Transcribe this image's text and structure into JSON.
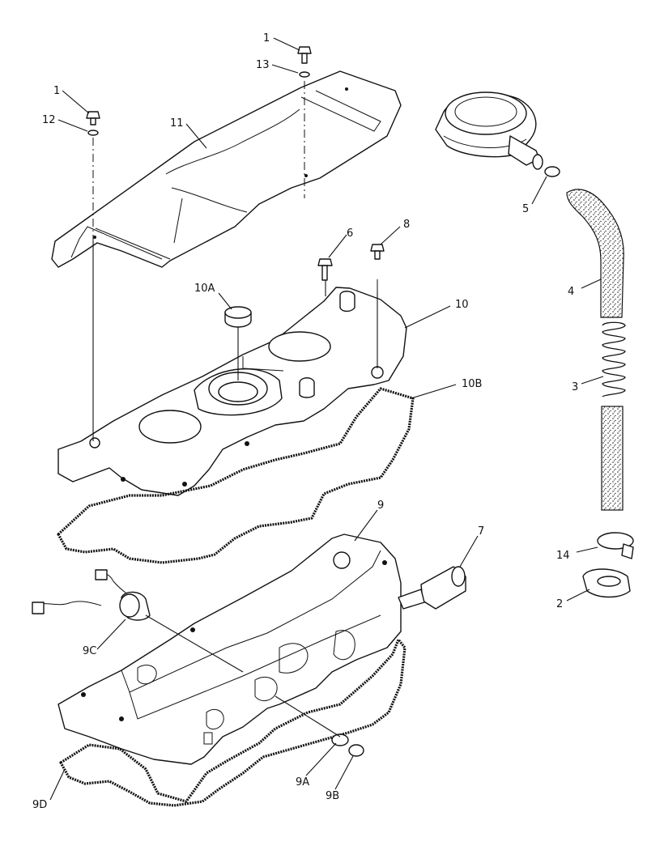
{
  "callouts": [
    {
      "id": "c1a",
      "text": "1"
    },
    {
      "id": "c13",
      "text": "13"
    },
    {
      "id": "c1b",
      "text": "1"
    },
    {
      "id": "c12",
      "text": "12"
    },
    {
      "id": "c11",
      "text": "11"
    },
    {
      "id": "c5",
      "text": "5"
    },
    {
      "id": "c4",
      "text": "4"
    },
    {
      "id": "c6",
      "text": "6"
    },
    {
      "id": "c8",
      "text": "8"
    },
    {
      "id": "c10A",
      "text": "10A"
    },
    {
      "id": "c10",
      "text": "10"
    },
    {
      "id": "c10B",
      "text": "10B"
    },
    {
      "id": "c3",
      "text": "3"
    },
    {
      "id": "c9",
      "text": "9"
    },
    {
      "id": "c7",
      "text": "7"
    },
    {
      "id": "c14",
      "text": "14"
    },
    {
      "id": "c2",
      "text": "2"
    },
    {
      "id": "c9C",
      "text": "9C"
    },
    {
      "id": "c9A",
      "text": "9A"
    },
    {
      "id": "c9B",
      "text": "9B"
    },
    {
      "id": "c9D",
      "text": "9D"
    }
  ]
}
